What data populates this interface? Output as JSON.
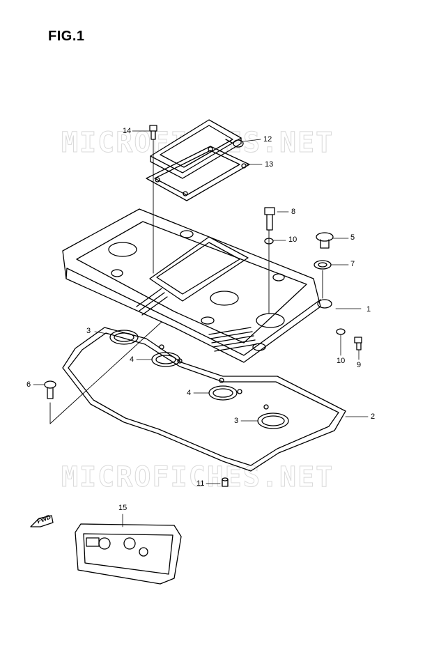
{
  "figure": {
    "title": "FIG.1"
  },
  "watermark": {
    "text": "MICROFICHES.NET"
  },
  "fwd_label": "FWD",
  "colors": {
    "line": "#000000",
    "watermark": "#d8d8d8"
  },
  "callouts": [
    {
      "id": "c14",
      "label": "14"
    },
    {
      "id": "c12",
      "label": "12"
    },
    {
      "id": "c13",
      "label": "13"
    },
    {
      "id": "c8",
      "label": "8"
    },
    {
      "id": "c10a",
      "label": "10"
    },
    {
      "id": "c5",
      "label": "5"
    },
    {
      "id": "c7",
      "label": "7"
    },
    {
      "id": "c1",
      "label": "1"
    },
    {
      "id": "c3a",
      "label": "3"
    },
    {
      "id": "c4a",
      "label": "4"
    },
    {
      "id": "c10b",
      "label": "10"
    },
    {
      "id": "c9",
      "label": "9"
    },
    {
      "id": "c6",
      "label": "6"
    },
    {
      "id": "c4b",
      "label": "4"
    },
    {
      "id": "c2",
      "label": "2"
    },
    {
      "id": "c3b",
      "label": "3"
    },
    {
      "id": "c11",
      "label": "11"
    },
    {
      "id": "c15",
      "label": "15"
    }
  ]
}
